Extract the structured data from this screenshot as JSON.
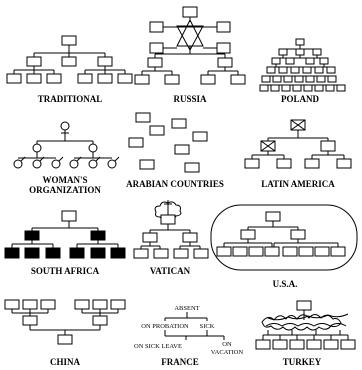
{
  "panels": {
    "traditional": "TRADITIONAL",
    "russia": "RUSSIA",
    "poland": "POLAND",
    "womans_organization_line1": "WOMAN'S",
    "womans_organization_line2": "ORGANIZATION",
    "arabian_countries": "ARABIAN COUNTRIES",
    "latin_america": "LATIN AMERICA",
    "south_africa": "SOUTH AFRICA",
    "vatican": "VATICAN",
    "usa": "U.S.A.",
    "china": "CHINA",
    "france": "FRANCE",
    "turkey": "TURKEY"
  },
  "france_chart": {
    "absent": "ABSENT",
    "on_probation": "ON PROBATION",
    "sick": "SICK",
    "on_sick_leave": "ON SICK LEAVE",
    "on": "ON",
    "vacation": "VACATION"
  }
}
